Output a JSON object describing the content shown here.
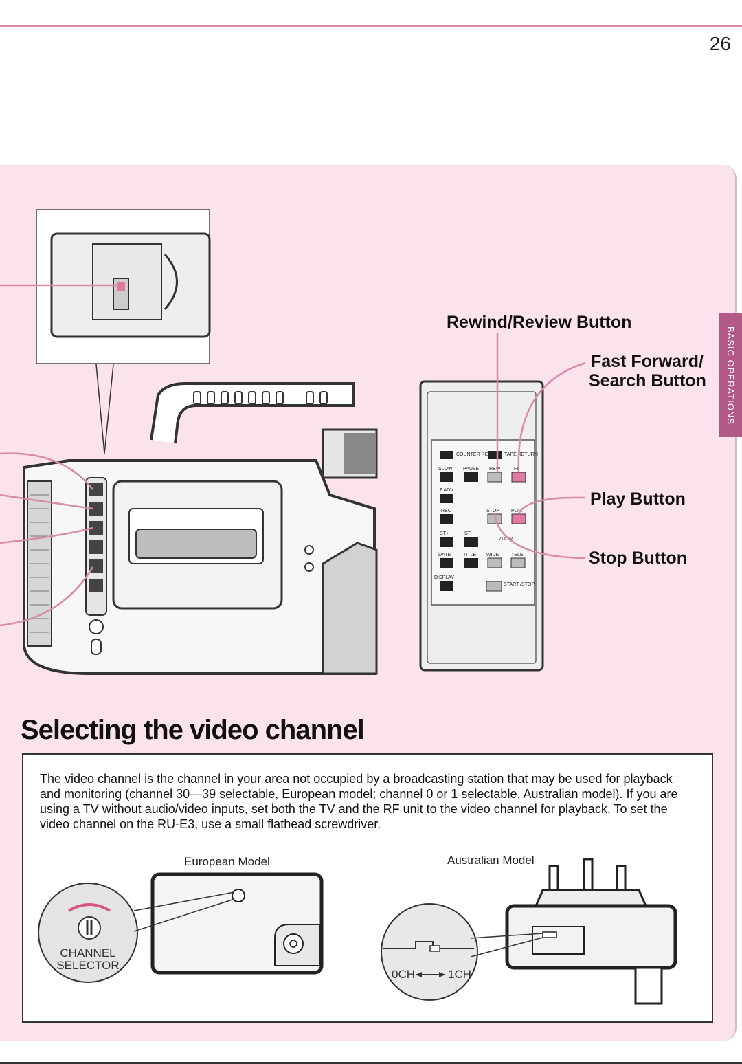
{
  "page": {
    "number": "26",
    "side_tab": "BASIC OPERATIONS"
  },
  "figure": {
    "callouts": {
      "rewind": "Rewind/Review Button",
      "ff_line1": "Fast Forward/",
      "ff_line2": "Search Button",
      "play": "Play Button",
      "stop": "Stop Button"
    },
    "remote_labels": {
      "counter_reset": "COUNTER RESET",
      "tape_return": "TAPE RETURN",
      "slow": "SLOW",
      "pause": "PAUSE",
      "rew": "REW",
      "ff": "FF",
      "f_adv": "F.ADV",
      "rec": "REC",
      "stop": "STOP",
      "play": "PLAY",
      "st_plus": "ST+",
      "st_minus": "ST-",
      "zoom": "ZOOM",
      "date": "DATE",
      "title": "TITLE",
      "wide": "WIDE",
      "tele": "TELE",
      "display": "DISPLAY",
      "start_stop": "START /STOP"
    }
  },
  "section": {
    "title": "Selecting the video channel",
    "body": "The video channel is the channel in your area not occupied by a broadcasting station that may be used for playback and monitoring (channel 30—39 selectable, European model; channel 0 or 1 selectable, Australian model). If you are using a TV without audio/video inputs, set both the TV and the RF unit to the video channel for playback. To set the video channel on the RU-E3, use a small flathead screwdriver.",
    "european_label": "European Model",
    "australian_label": "Australian Model",
    "channel_selector_1": "CHANNEL",
    "channel_selector_2": "SELECTOR",
    "och": "0CH",
    "ich": "1CH"
  },
  "colors": {
    "panel": "#fbe3ee",
    "accent": "#d98aa6",
    "tab": "#b25a85"
  }
}
